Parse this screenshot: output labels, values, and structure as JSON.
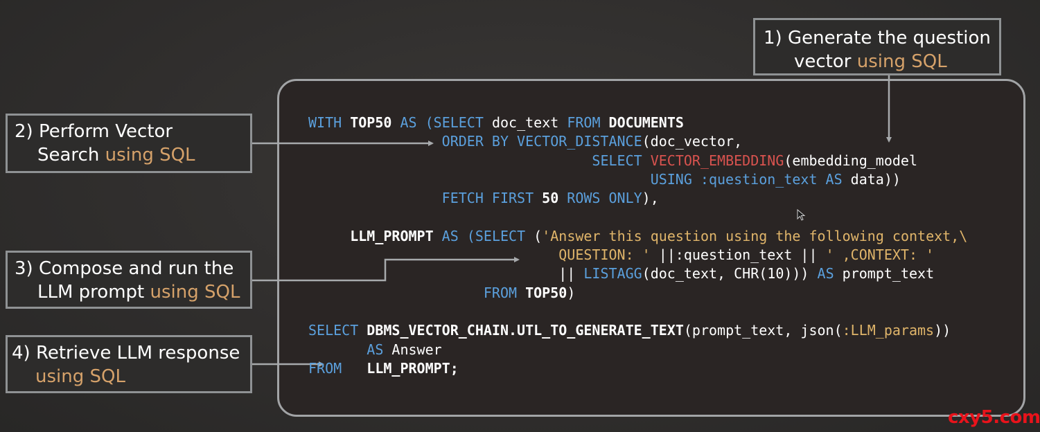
{
  "callouts": [
    {
      "id": "step1",
      "line1": "1) Generate the question",
      "line2_plain": "vector ",
      "line2_hl": "using SQL"
    },
    {
      "id": "step2",
      "line1": "2) Perform Vector",
      "line2_plain": "Search ",
      "line2_hl": "using SQL"
    },
    {
      "id": "step3",
      "line1": "3) Compose and run the",
      "line2_plain": "LLM prompt ",
      "line2_hl": "using SQL"
    },
    {
      "id": "step4",
      "line1": "4) Retrieve LLM response",
      "line2_plain": "",
      "line2_hl": "using SQL"
    }
  ],
  "code": {
    "l1": {
      "a": "WITH ",
      "b": "TOP50",
      "c": " AS (",
      "d": "SELECT",
      "e": " doc_text ",
      "f": "FROM",
      "g": " ",
      "h": "DOCUMENTS"
    },
    "l2": {
      "a": "ORDER BY VECTOR_DISTANCE",
      "b": "(doc_vector,"
    },
    "l3": {
      "a": "SELECT ",
      "b": "VECTOR_EMBEDDING",
      "c": "(embedding_model"
    },
    "l4": {
      "a": "USING :question_text AS",
      "b": " data))"
    },
    "l5": {
      "a": "FETCH FIRST ",
      "b": "50",
      "c": " ROWS ONLY",
      "d": "),"
    },
    "l6": {
      "a": "LLM_PROMPT",
      "b": " AS (",
      "c": "SELECT",
      "d": " (",
      "e": "'Answer this question using the following context,\\"
    },
    "l7": {
      "a": "QUESTION: '",
      "b": " ||:question_text || ",
      "c": "' ,CONTEXT: '"
    },
    "l8": {
      "a": "|| ",
      "b": "LISTAGG",
      "c": "(doc_text, CHR(10))) ",
      "d": "AS",
      "e": " prompt_text"
    },
    "l9": {
      "a": "FROM ",
      "b": "TOP50",
      "c": ")"
    },
    "l10": {
      "a": "SELECT ",
      "b": "DBMS_VECTOR_CHAIN.UTL_TO_GENERATE_TEXT",
      "c": "(prompt_text, json(",
      "d": ":LLM_params",
      "e": "))"
    },
    "l11": {
      "a": "AS",
      "b": " Answer"
    },
    "l12": {
      "a": "FROM",
      "b": "   ",
      "c": "LLM_PROMPT;"
    }
  },
  "watermark": "cxy5.com"
}
